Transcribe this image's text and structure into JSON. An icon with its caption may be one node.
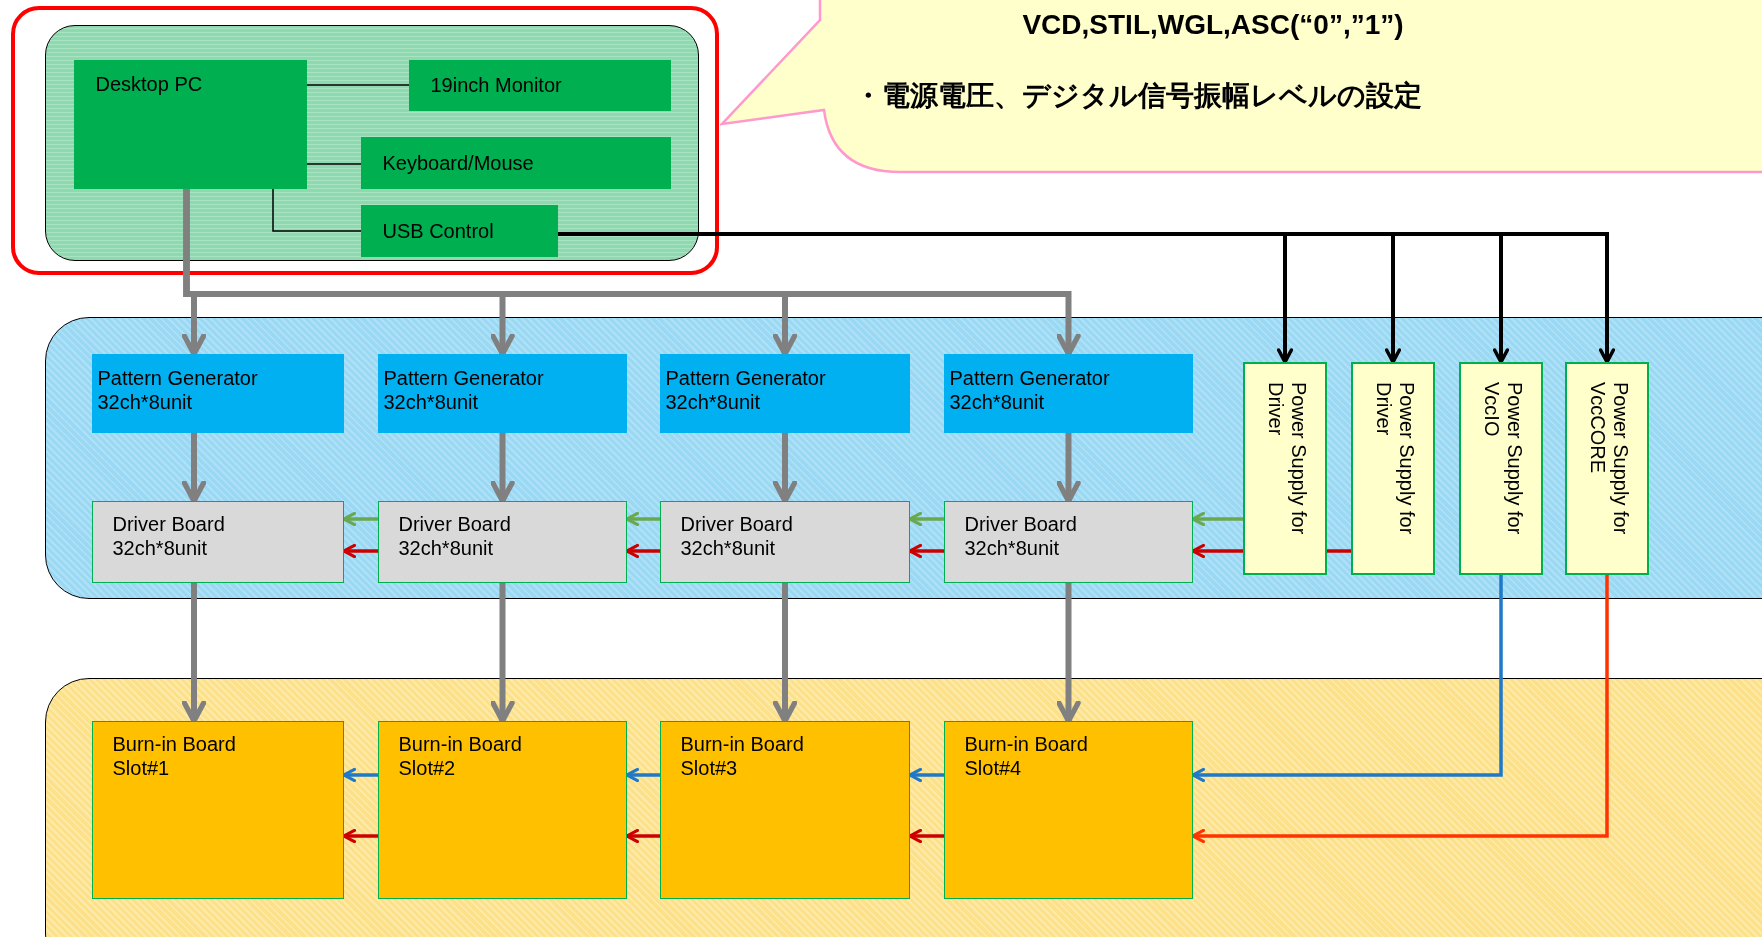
{
  "diagram": {
    "nodes": [
      {
        "text": [],
        "shape": "box"
      },
      {
        "text": [],
        "shape": "box",
        "in": 0
      },
      {
        "text": [
          "Desktop PC"
        ],
        "in": 1
      },
      {
        "text": [
          "19inch Monitor"
        ],
        "in": 1
      },
      {
        "text": [
          "Keyboard/Mouse"
        ],
        "in": 1
      },
      {
        "text": [
          "USB Control"
        ],
        "in": 1
      },
      {
        "text": [
          "VCD,STIL,WGL,ASC(“0”,”1”)",
          "・電源電圧、デジタル信号振幅レベルの設定"
        ]
      },
      {
        "text": [],
        "shape": "box"
      },
      {
        "text": [
          "Pattern Generator",
          "32ch*8unit"
        ],
        "in": 7
      },
      {
        "text": [
          "Pattern Generator",
          "32ch*8unit"
        ],
        "in": 7
      },
      {
        "text": [
          "Pattern Generator",
          "32ch*8unit"
        ],
        "in": 7
      },
      {
        "text": [
          "Pattern Generator",
          "32ch*8unit"
        ],
        "in": 7
      },
      {
        "text": [
          "Power Supply for Driver"
        ],
        "in": 7
      },
      {
        "text": [
          "Power Supply for Driver"
        ],
        "in": 7
      },
      {
        "text": [
          "Power Supply for VccIO"
        ],
        "in": 7
      },
      {
        "text": [
          "Power Supply for VccCORE"
        ],
        "in": 7
      },
      {
        "text": [
          "Driver Board",
          "32ch*8unit"
        ],
        "in": 7
      },
      {
        "text": [
          "Driver Board",
          "32ch*8unit"
        ],
        "in": 7
      },
      {
        "text": [
          "Driver Board",
          "32ch*8unit"
        ],
        "in": 7
      },
      {
        "text": [
          "Driver Board",
          "32ch*8unit"
        ],
        "in": 7
      },
      {
        "text": [],
        "shape": "box"
      },
      {
        "text": [
          "Burn-in Board",
          "Slot#1"
        ],
        "in": 20
      },
      {
        "text": [
          "Burn-in Board",
          "Slot#2"
        ],
        "in": 20
      },
      {
        "text": [
          "Burn-in Board",
          "Slot#3"
        ],
        "in": 20
      },
      {
        "text": [
          "Burn-in Board",
          "Slot#4"
        ],
        "in": 20
      }
    ],
    "edges": [
      {
        "from": 2,
        "to": 3,
        "arrow": "none",
        "color": "#000000"
      },
      {
        "from": 2,
        "to": 4,
        "arrow": "none",
        "color": "#000000"
      },
      {
        "from": 2,
        "to": 5,
        "arrow": "none",
        "color": "#000000"
      },
      {
        "from": 2,
        "to": 8,
        "arrow": "to"
      },
      {
        "from": 2,
        "to": 9,
        "arrow": "to"
      },
      {
        "from": 2,
        "to": 10,
        "arrow": "to"
      },
      {
        "from": 2,
        "to": 11,
        "arrow": "to"
      },
      {
        "from": 5,
        "to": 12,
        "arrow": "to",
        "color": "#000000"
      },
      {
        "from": 5,
        "to": 13,
        "arrow": "to",
        "color": "#000000"
      },
      {
        "from": 5,
        "to": 14,
        "arrow": "to",
        "color": "#000000"
      },
      {
        "from": 5,
        "to": 15,
        "arrow": "to",
        "color": "#000000"
      },
      {
        "from": 8,
        "to": 16,
        "arrow": "to"
      },
      {
        "from": 9,
        "to": 17,
        "arrow": "to"
      },
      {
        "from": 10,
        "to": 18,
        "arrow": "to"
      },
      {
        "from": 11,
        "to": 19,
        "arrow": "to"
      },
      {
        "from": 16,
        "to": 21,
        "arrow": "to"
      },
      {
        "from": 17,
        "to": 22,
        "arrow": "to"
      },
      {
        "from": 18,
        "to": 23,
        "arrow": "to"
      },
      {
        "from": 19,
        "to": 24,
        "arrow": "to"
      },
      {
        "from": 12,
        "to": 19,
        "arrow": "to",
        "color": "#6aa84f"
      },
      {
        "from": 12,
        "to": 19,
        "arrow": "to",
        "color": "#cc0000"
      },
      {
        "from": 19,
        "to": 18,
        "arrow": "to",
        "color": "#6aa84f"
      },
      {
        "from": 18,
        "to": 17,
        "arrow": "to",
        "color": "#6aa84f"
      },
      {
        "from": 17,
        "to": 16,
        "arrow": "to",
        "color": "#6aa84f"
      },
      {
        "from": 19,
        "to": 18,
        "arrow": "to",
        "color": "#cc0000"
      },
      {
        "from": 18,
        "to": 17,
        "arrow": "to",
        "color": "#cc0000"
      },
      {
        "from": 17,
        "to": 16,
        "arrow": "to",
        "color": "#cc0000"
      },
      {
        "from": 14,
        "to": 24,
        "arrow": "to",
        "color": "#1f78c8"
      },
      {
        "from": 15,
        "to": 24,
        "arrow": "to",
        "color": "#ff3300"
      },
      {
        "from": 24,
        "to": 23,
        "arrow": "to",
        "color": "#1f78c8"
      },
      {
        "from": 23,
        "to": 22,
        "arrow": "to",
        "color": "#1f78c8"
      },
      {
        "from": 22,
        "to": 21,
        "arrow": "to",
        "color": "#1f78c8"
      },
      {
        "from": 24,
        "to": 23,
        "arrow": "to",
        "color": "#cc0000"
      },
      {
        "from": 23,
        "to": 22,
        "arrow": "to",
        "color": "#cc0000"
      },
      {
        "from": 22,
        "to": 21,
        "arrow": "to",
        "color": "#cc0000"
      },
      {
        "from": 13,
        "to": 12,
        "arrow": "none",
        "color": "#cc0000"
      }
    ]
  }
}
